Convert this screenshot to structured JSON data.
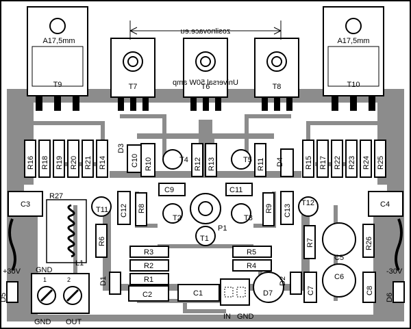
{
  "title_mirrored": "Universal 50W amp",
  "site_mirrored": "zosilnovace.eu",
  "heatsink_left": "A17,5mm",
  "heatsink_right": "A17,5mm",
  "transistors": {
    "T9": "T9",
    "T7": "T7",
    "T6": "T6",
    "T8": "T8",
    "T10": "T10",
    "T4": "T4",
    "T5": "T5",
    "T11": "T11",
    "T12": "T12",
    "T2": "T2",
    "T3": "T3",
    "T1": "T1"
  },
  "resistors_left": [
    "R16",
    "R18",
    "R19",
    "R20",
    "R21",
    "R14"
  ],
  "resistors_right": [
    "R15",
    "R17",
    "R22",
    "R23",
    "R24",
    "R25"
  ],
  "resistors_mid": [
    "R10",
    "R12",
    "R13",
    "R11",
    "R8",
    "R9",
    "R6",
    "R7",
    "R26",
    "R3",
    "R2",
    "R1",
    "R5",
    "R4"
  ],
  "caps": {
    "C3": "C3",
    "C4": "C4",
    "C9": "C9",
    "C11": "C11",
    "C12": "C12",
    "C13": "C13",
    "C10": "C10",
    "C2": "C2",
    "C1": "C1",
    "C5": "C5",
    "C6": "C6",
    "C7": "C7",
    "C8": "C8"
  },
  "diodes": {
    "D1": "D1",
    "D2": "D2",
    "D3": "D3",
    "D4": "D4",
    "D5": "D5",
    "D6": "D6",
    "D7": "D7"
  },
  "misc": {
    "R27": "R27",
    "L1": "L1",
    "P1": "P1"
  },
  "supply": {
    "pos": "+30V",
    "neg": "-30V",
    "gnd": "GND"
  },
  "terminal": {
    "pin1": "1",
    "pin2": "2",
    "gnd": "GND",
    "out": "OUT"
  },
  "input": {
    "in": "IN",
    "gnd": "GND"
  }
}
